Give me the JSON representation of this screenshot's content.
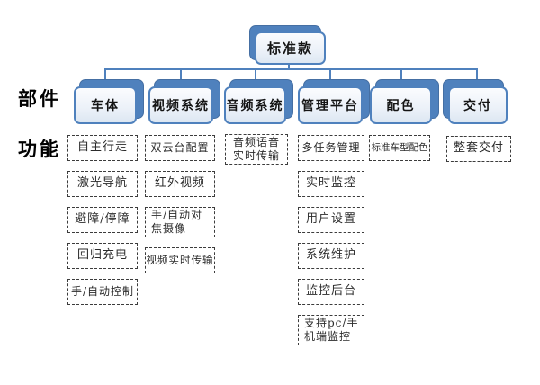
{
  "accent_color": "#4F81BD",
  "diagram": {
    "root_label": "标准款",
    "side_labels": {
      "components": "部件",
      "functions": "功能"
    },
    "branches": [
      {
        "label": "车体",
        "items": [
          "自主行走",
          "激光导航",
          "避障/停障",
          "回归充电",
          "手/自动控制"
        ]
      },
      {
        "label": "视频系统",
        "items": [
          "双云台配置",
          "红外视频",
          "手/自动对\n焦摄像",
          "视频实时传输"
        ]
      },
      {
        "label": "音频系统",
        "items": [
          "音频语音\n实时传输"
        ]
      },
      {
        "label": "管理平台",
        "items": [
          "多任务管理",
          "实时监控",
          "用户设置",
          "系统维护",
          "监控后台",
          "支持pc/手\n机端监控"
        ]
      },
      {
        "label": "配色",
        "items": [
          "标准车型配色"
        ]
      },
      {
        "label": "交付",
        "items": [
          "整套交付"
        ]
      }
    ]
  }
}
